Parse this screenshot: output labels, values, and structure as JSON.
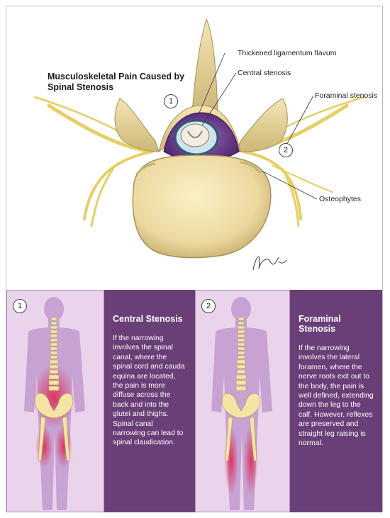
{
  "title": "Musculoskeletal Pain Caused by Spinal Stenosis",
  "labels": {
    "ligamentum": "Thickened ligamentum flavum",
    "central": "Central stenosis",
    "foraminal": "Foraminal stenosis",
    "osteophytes": "Osteophytes"
  },
  "markers": {
    "one": "1",
    "two": "2"
  },
  "signature": "Rinehart",
  "panels": [
    {
      "number": "1",
      "heading": "Central Stenosis",
      "body": "If the narrowing involves the spinal canal, where the spinal cord and cauda equina are located, the pain is more diffuse across the back and into the glutei and thighs. Spinal canal narrowing can lead to spinal claudication."
    },
    {
      "number": "2",
      "heading": "Foraminal Stenosis",
      "body": "If the narrowing involves the lateral foramen, where the nerve roots exit out to the body, the pain is well defined, extending down the leg to the calf. However, reflexes are preserved and straight leg raising is normal."
    }
  ],
  "colors": {
    "bone": "#ecd9a0",
    "bone_shade": "#c9b173",
    "nerve": "#e8d26a",
    "ligament": "#5b2d7a",
    "panel_bg": "#e9d4ec",
    "text_panel": "#6a3f78",
    "pain": "#e0224c"
  }
}
